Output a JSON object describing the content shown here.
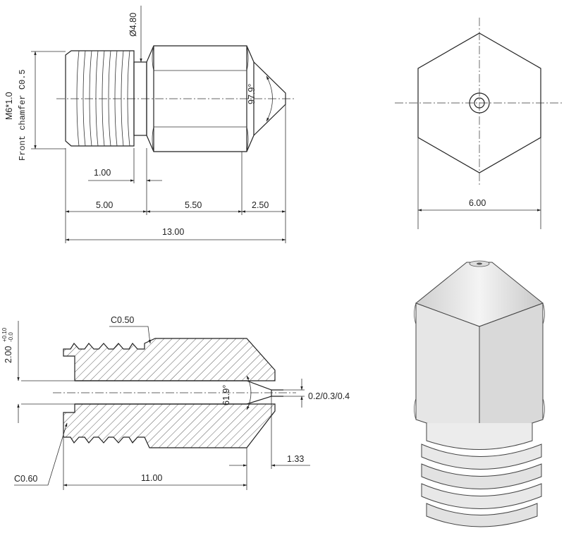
{
  "front_view": {
    "diameter_label": "Ø4.80",
    "thread_label_line1": "M6*1.0",
    "thread_label_line2": "Front chamfer C0.5",
    "angle_label": "97.9°",
    "dim_groove": "1.00",
    "dim_thread": "5.00",
    "dim_hex": "5.50",
    "dim_tip": "2.50",
    "dim_total": "13.00"
  },
  "side_view": {
    "dim_width": "6.00"
  },
  "section_view": {
    "chamfer_top": "C0.50",
    "bore_label": "2.00",
    "bore_tol_upper": "+0.10",
    "bore_tol_lower": "-0.0",
    "angle_label": "61.9°",
    "nozzle_label": "0.2/0.3/0.4",
    "dim_tip_length": "1.33",
    "dim_depth": "11.00",
    "chamfer_bottom": "C0.60"
  }
}
